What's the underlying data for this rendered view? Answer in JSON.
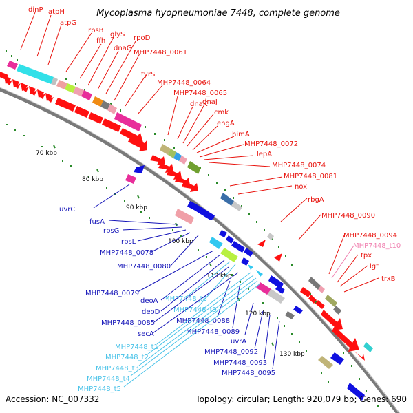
{
  "title": "Mycoplasma hyopneumoniae 7448, complete genome",
  "footer": {
    "accession": "Accession: NC_007332",
    "summary": "Topology: circular; Length: 920,079 bp; Genes: 690"
  },
  "ticks": [
    "70 kbp",
    "80 kbp",
    "90 kbp",
    "100 kbp",
    "110 kbp",
    "120 kbp",
    "130 kbp"
  ],
  "labels_forward": [
    "dinP",
    "atpH",
    "atpG",
    "rpsB",
    "ffh",
    "glyS",
    "dnaG",
    "rpoD",
    "MHP7448_0061",
    "tyrS",
    "MHP7448_0064",
    "MHP7448_0065",
    "dnaK",
    "dnaJ",
    "cmk",
    "engA",
    "himA",
    "MHP7448_0072",
    "lepA",
    "MHP7448_0074",
    "MHP7448_0081",
    "nox",
    "rbgA",
    "MHP7448_0090",
    "MHP7448_0094",
    "MHP7448_t10",
    "tpx",
    "lgt",
    "trxB"
  ],
  "labels_reverse": [
    "uvrC",
    "fusA",
    "rpsG",
    "rpsL",
    "MHP7448_0078",
    "MHP7448_0080",
    "MHP7448_0079",
    "deoA",
    "MHP7448_t8",
    "deoD",
    "MHP7448_t9",
    "MHP7448_0085",
    "MHP7448_0088",
    "secA",
    "MHP7448_0089",
    "uvrA",
    "MHP7448_t1",
    "MHP7448_0092",
    "MHP7448_t2",
    "MHP7448_0093",
    "MHP7448_t3",
    "MHP7448_0095",
    "MHP7448_t4",
    "MHP7448_t5"
  ],
  "colors": {
    "forward_label": "#e8120c",
    "reverse_label": "#1414b8",
    "trna_label": "#48c2e8",
    "trna_highlight": "#f080b0",
    "cds_forward": "#ff1010",
    "cds_reverse": "#1010e0",
    "backbone": "#7a7a7a",
    "dots": "#2a8a2a"
  }
}
